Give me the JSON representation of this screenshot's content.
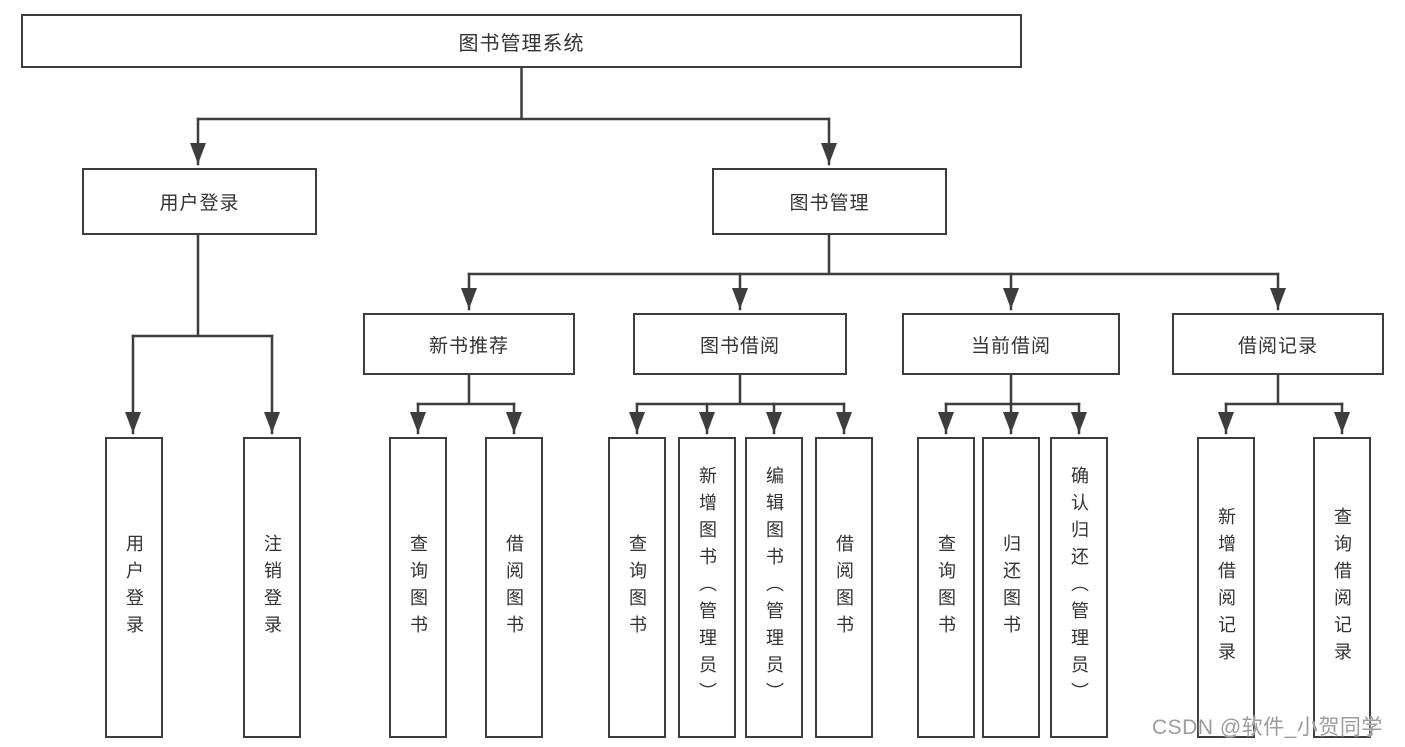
{
  "tree": {
    "root": {
      "label": "图书管理系统"
    },
    "branches": [
      {
        "label": "用户登录",
        "children": [
          {
            "label": "用户登录"
          },
          {
            "label": "注销登录"
          }
        ]
      },
      {
        "label": "图书管理",
        "children": [
          {
            "label": "新书推荐",
            "children": [
              {
                "label": "查询图书"
              },
              {
                "label": "借阅图书"
              }
            ]
          },
          {
            "label": "图书借阅",
            "children": [
              {
                "label": "查询图书"
              },
              {
                "label": "新增图书（管理员）"
              },
              {
                "label": "编辑图书（管理员）"
              },
              {
                "label": "借阅图书"
              }
            ]
          },
          {
            "label": "当前借阅",
            "children": [
              {
                "label": "查询图书"
              },
              {
                "label": "归还图书"
              },
              {
                "label": "确认归还（管理员）"
              }
            ]
          },
          {
            "label": "借阅记录",
            "children": [
              {
                "label": "新增借阅记录"
              },
              {
                "label": "查询借阅记录"
              }
            ]
          }
        ]
      }
    ]
  },
  "watermark": "CSDN @软件_小贺同学",
  "colors": {
    "line": "#3d3d3d",
    "text": "#333333",
    "background": "#ffffff",
    "watermark": "#9c9c9c"
  }
}
